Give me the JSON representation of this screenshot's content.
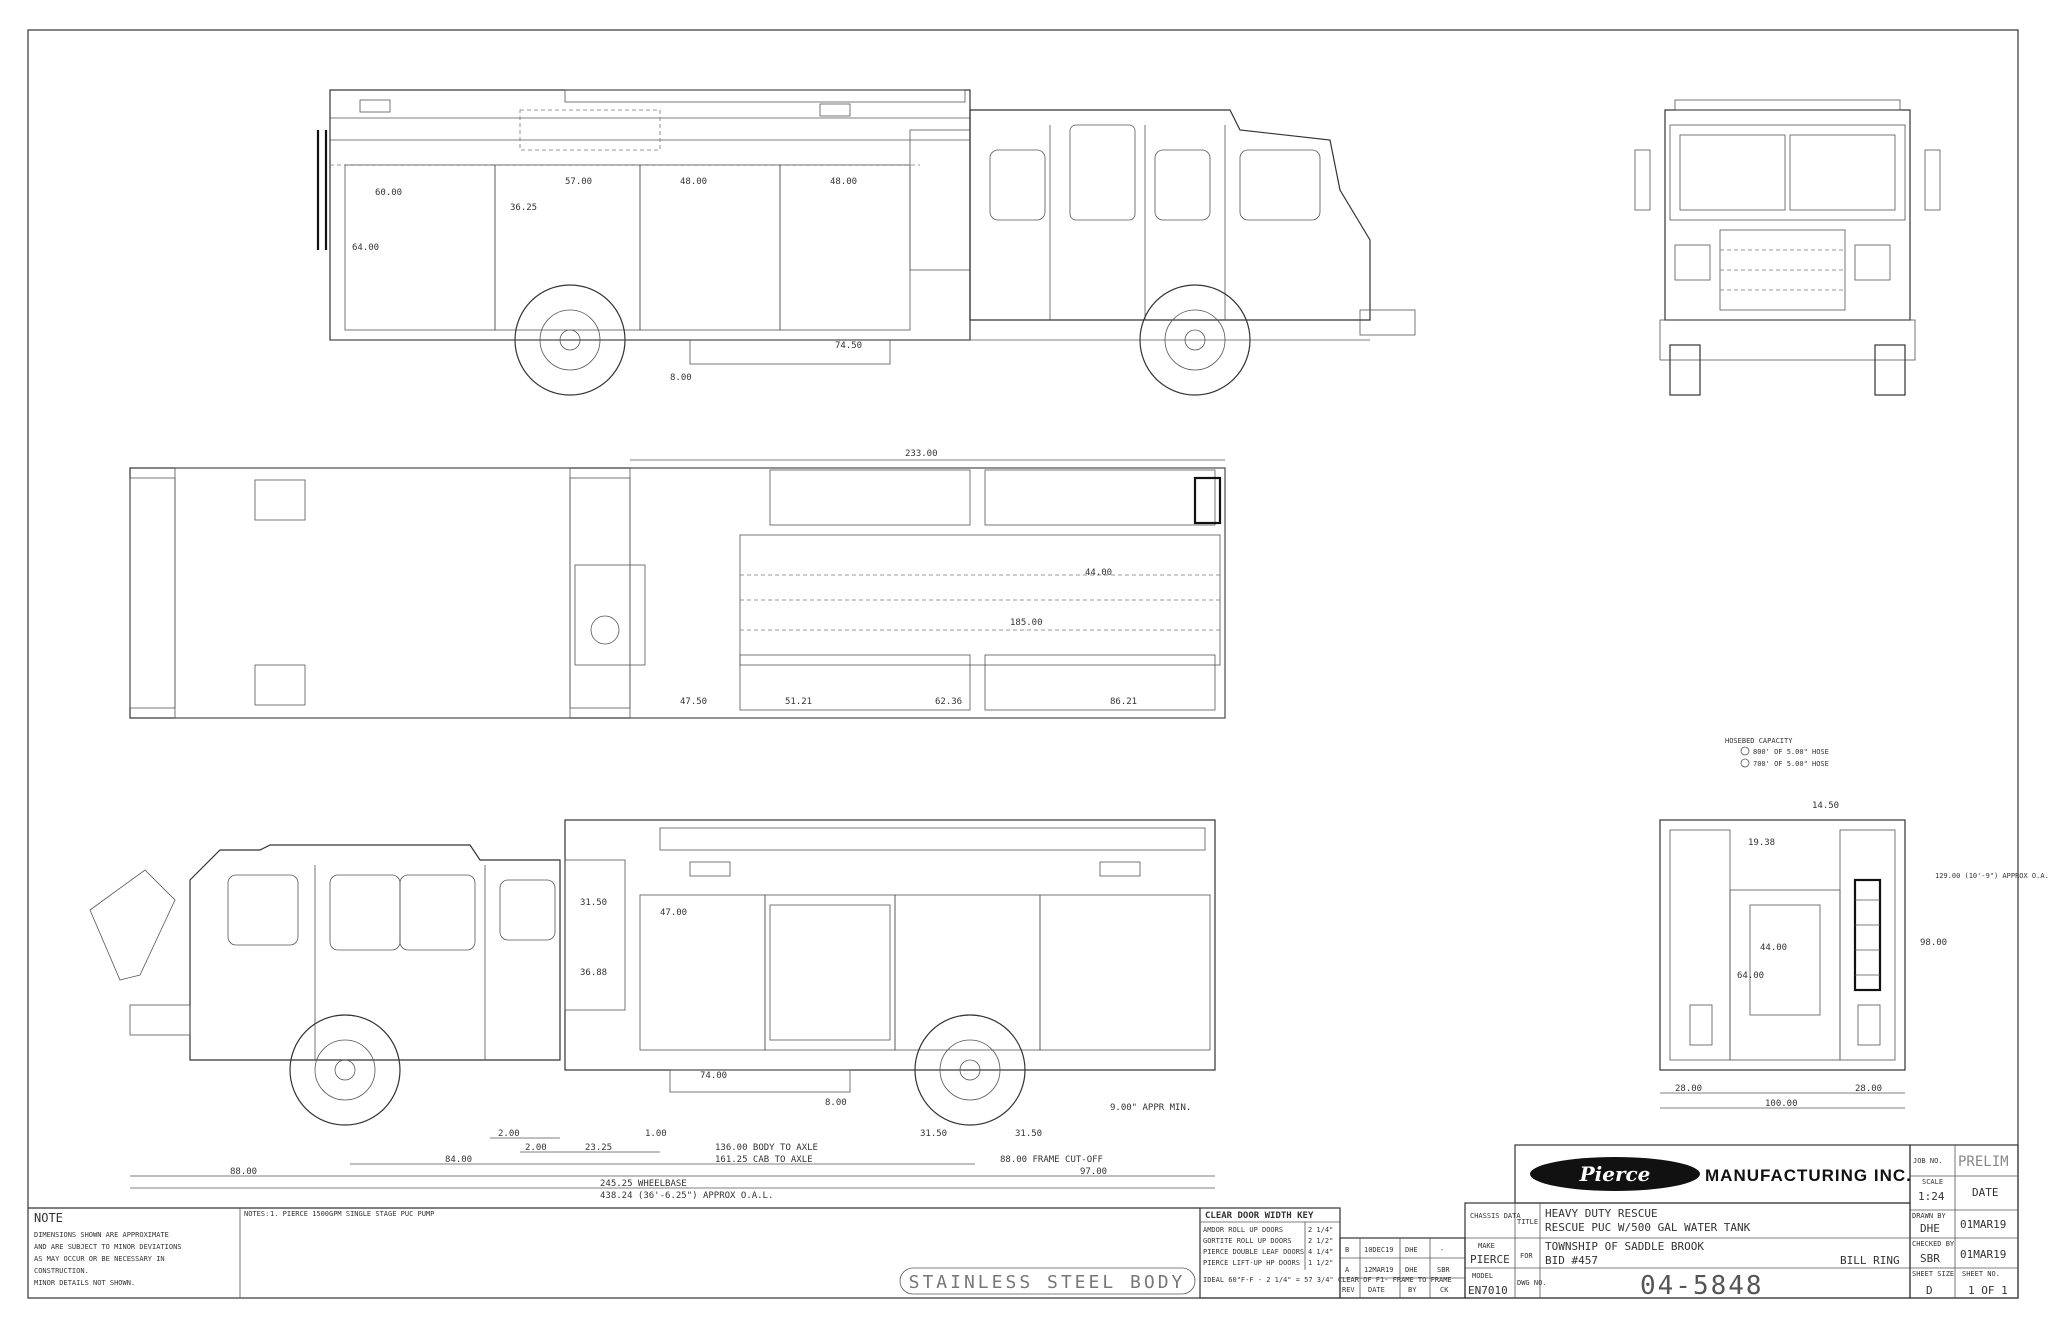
{
  "title_block": {
    "company": "MANUFACTURING INC.",
    "logo_text": "Pierce",
    "job_no_label": "JOB NO.",
    "job_no": "PRELIM",
    "scale_label": "SCALE",
    "scale": "1:24",
    "date_label": "DATE",
    "drawn_by_label": "DRAWN BY",
    "drawn_by": "DHE",
    "drawn_date": "01MAR19",
    "checked_by_label": "CHECKED BY",
    "checked_by": "SBR",
    "checked_date": "01MAR19",
    "sheet_size_label": "SHEET SIZE",
    "sheet_size": "D",
    "sheet_no_label": "SHEET NO.",
    "sheet_no": "1 OF 1",
    "chassis_label": "CHASSIS DATA",
    "make_label": "MAKE",
    "make": "PIERCE",
    "model_label": "MODEL",
    "model": "EN7010",
    "title_label": "TITLE",
    "title_line1": "HEAVY DUTY RESCUE",
    "title_line2": "RESCUE PUC W/500 GAL WATER TANK",
    "for_label": "FOR",
    "for_line1": "TOWNSHIP OF SADDLE BROOK",
    "for_line2": "BID #457",
    "for_rep": "BILL RING",
    "dwg_label": "DWG NO.",
    "dwg_no": "04-5848"
  },
  "revisions": [
    {
      "rev": "B",
      "date": "10DEC19",
      "by": "DHE",
      "ck": "-"
    },
    {
      "rev": "A",
      "date": "12MAR19",
      "by": "DHE",
      "ck": "SBR"
    }
  ],
  "revision_headers": {
    "rev": "REV",
    "date": "DATE",
    "by": "BY",
    "ck": "CK"
  },
  "clear_door": {
    "title": "CLEAR DOOR WIDTH KEY",
    "rows": [
      {
        "label": "AMDOR ROLL UP DOORS",
        "value": "2 1/4\""
      },
      {
        "label": "GORTITE ROLL UP DOORS",
        "value": "2 1/2\""
      },
      {
        "label": "PIERCE DOUBLE LEAF DOORS",
        "value": "4 1/4\""
      },
      {
        "label": "PIERCE LIFT-UP HP DOORS",
        "value": "1 1/2\""
      }
    ],
    "note": "IDEAL 60\"F-F - 2 1/4\" = 57 3/4\" CLEAR OF F1- FRAME TO FRAME"
  },
  "notes": {
    "note_title": "NOTE",
    "note_text": [
      "DIMENSIONS SHOWN ARE APPROXIMATE",
      "AND ARE SUBJECT TO MINOR DEVIATIONS",
      "AS MAY OCCUR OR BE NECESSARY IN",
      "CONSTRUCTION.",
      "MINOR DETAILS NOT SHOWN."
    ],
    "notes_label": "NOTES:",
    "notes_item": "1. PIERCE 1500GPM SINGLE STAGE PUC PUMP",
    "body_stamp": "STAINLESS STEEL BODY"
  },
  "hosebed": {
    "title": "HOSEBED CAPACITY",
    "items": [
      "800' OF 5.00\" HOSE",
      "700' OF 5.00\" HOSE"
    ]
  },
  "dims_top": {
    "d1": "60.00",
    "d2": "57.00",
    "d3": "48.00",
    "d4": "48.00",
    "d5": "36.25",
    "d6": "64.00",
    "d7": "74.50",
    "d8": "8.00"
  },
  "dims_plan": {
    "overall": "233.00",
    "inner_w": "44.00",
    "inner_l": "185.00",
    "b1": "47.50",
    "b2": "51.21",
    "b3": "62.36",
    "b4": "86.21"
  },
  "dims_bottom": {
    "d1": "47.00",
    "d2": "31.50",
    "d3": "36.88",
    "d4": "74.00",
    "d5": "8.00",
    "dep": "9.00\" APPR MIN.",
    "c1": "2.00",
    "c2": "2.00",
    "c3": "23.25",
    "c4": "1.00",
    "c5": "31.50",
    "c6": "31.50",
    "r1a": "84.00",
    "r1b": "136.00 BODY TO AXLE",
    "r2": "161.25 CAB TO AXLE",
    "r3": "88.00 FRAME CUT-OFF",
    "r4a": "88.00",
    "r4b": "97.00",
    "wheelbase": "245.25 WHEELBASE",
    "oal": "438.24 (36'-6.25\") APPROX O.A.L."
  },
  "dims_rear": {
    "w1": "14.50",
    "w2": "19.38",
    "w3": "44.00",
    "h1": "64.00",
    "h2": "98.00",
    "oah": "129.00 (10'-9\") APPROX O.A.H.",
    "b1": "28.00",
    "b2": "100.00",
    "b3": "28.00"
  }
}
